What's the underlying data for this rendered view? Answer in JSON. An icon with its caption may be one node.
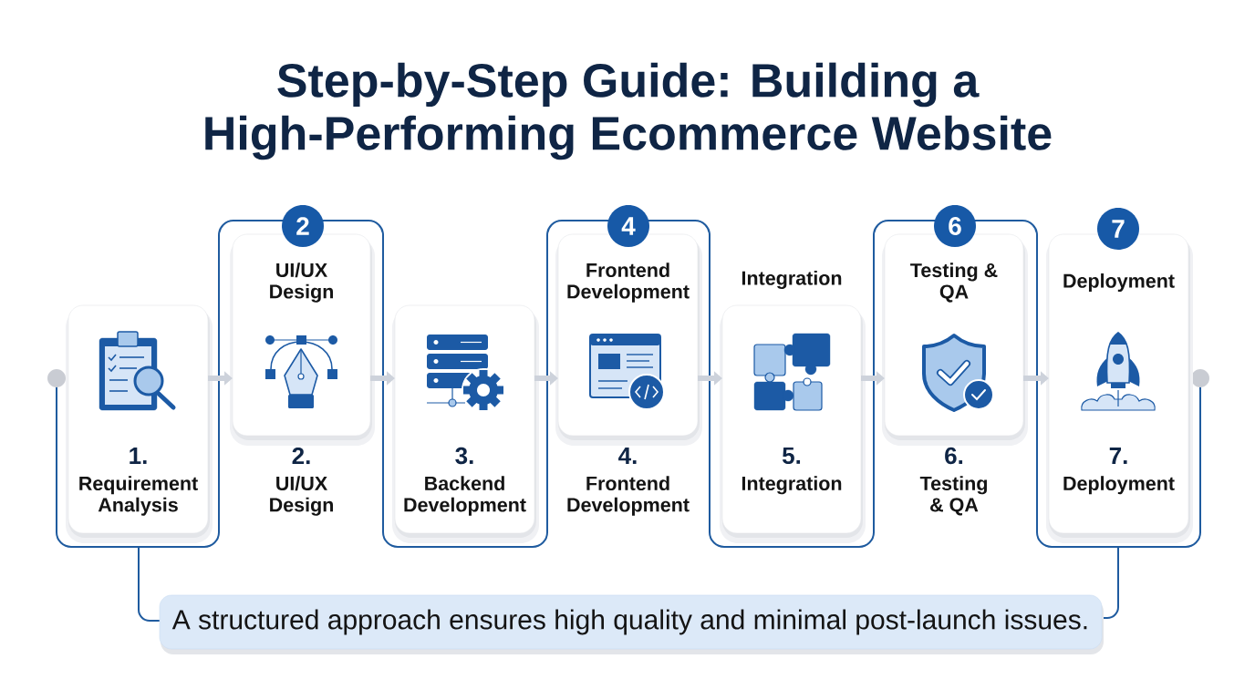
{
  "diagram": {
    "title": "Step-by-Step Guide: Building a High-Performing Ecommerce Website",
    "nodes": [
      {
        "text": [
          "1.",
          "Requirement Analysis"
        ]
      },
      {
        "text": [
          "2"
        ]
      },
      {
        "text": [
          "UI/UX Design"
        ],
        "beside": [
          "2.",
          "UI/UX Design"
        ]
      },
      {
        "text": [
          "3.",
          "Backend Development"
        ]
      },
      {
        "text": [
          "4"
        ]
      },
      {
        "text": [
          "Frontend Development"
        ],
        "beside": [
          "4.",
          "Frontend Development"
        ]
      },
      {
        "text": [
          "5.",
          "Integration"
        ],
        "beside": [
          "Integration"
        ]
      },
      {
        "text": [
          "6"
        ]
      },
      {
        "text": [
          "Testing & QA"
        ],
        "beside": [
          "6.",
          "Testing & QA"
        ]
      },
      {
        "text": [
          "7"
        ]
      },
      {
        "text": [
          "Deployment",
          "7.",
          "Deployment"
        ]
      },
      {
        "text": [
          "A structured approach ensures high quality and minimal post-launch issues."
        ]
      }
    ],
    "edges": [
      {
        "from": 0,
        "to": 2,
        "arrow": "to"
      },
      {
        "from": 2,
        "to": 3,
        "arrow": "to"
      },
      {
        "from": 3,
        "to": 5,
        "arrow": "to"
      },
      {
        "from": 5,
        "to": 6,
        "arrow": "to"
      },
      {
        "from": 6,
        "to": 8,
        "arrow": "to"
      },
      {
        "from": 8,
        "to": 10,
        "arrow": "to"
      }
    ]
  }
}
